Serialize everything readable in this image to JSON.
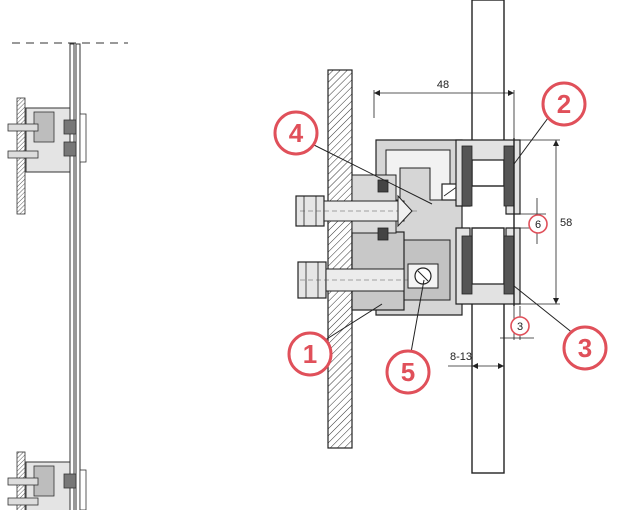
{
  "diagram": {
    "dimensions": {
      "width_48": "48",
      "height_58": "58",
      "gap_6": "6",
      "offset_3": "3",
      "range_8_13": "8-13"
    },
    "callouts": {
      "c1": "1",
      "c2": "2",
      "c3": "3",
      "c4": "4",
      "c5": "5"
    },
    "colors": {
      "callout_red": "#e0505a",
      "line_dark": "#222222",
      "metal_gray": "#c8c8c8",
      "gasket_dark": "#555555"
    }
  }
}
